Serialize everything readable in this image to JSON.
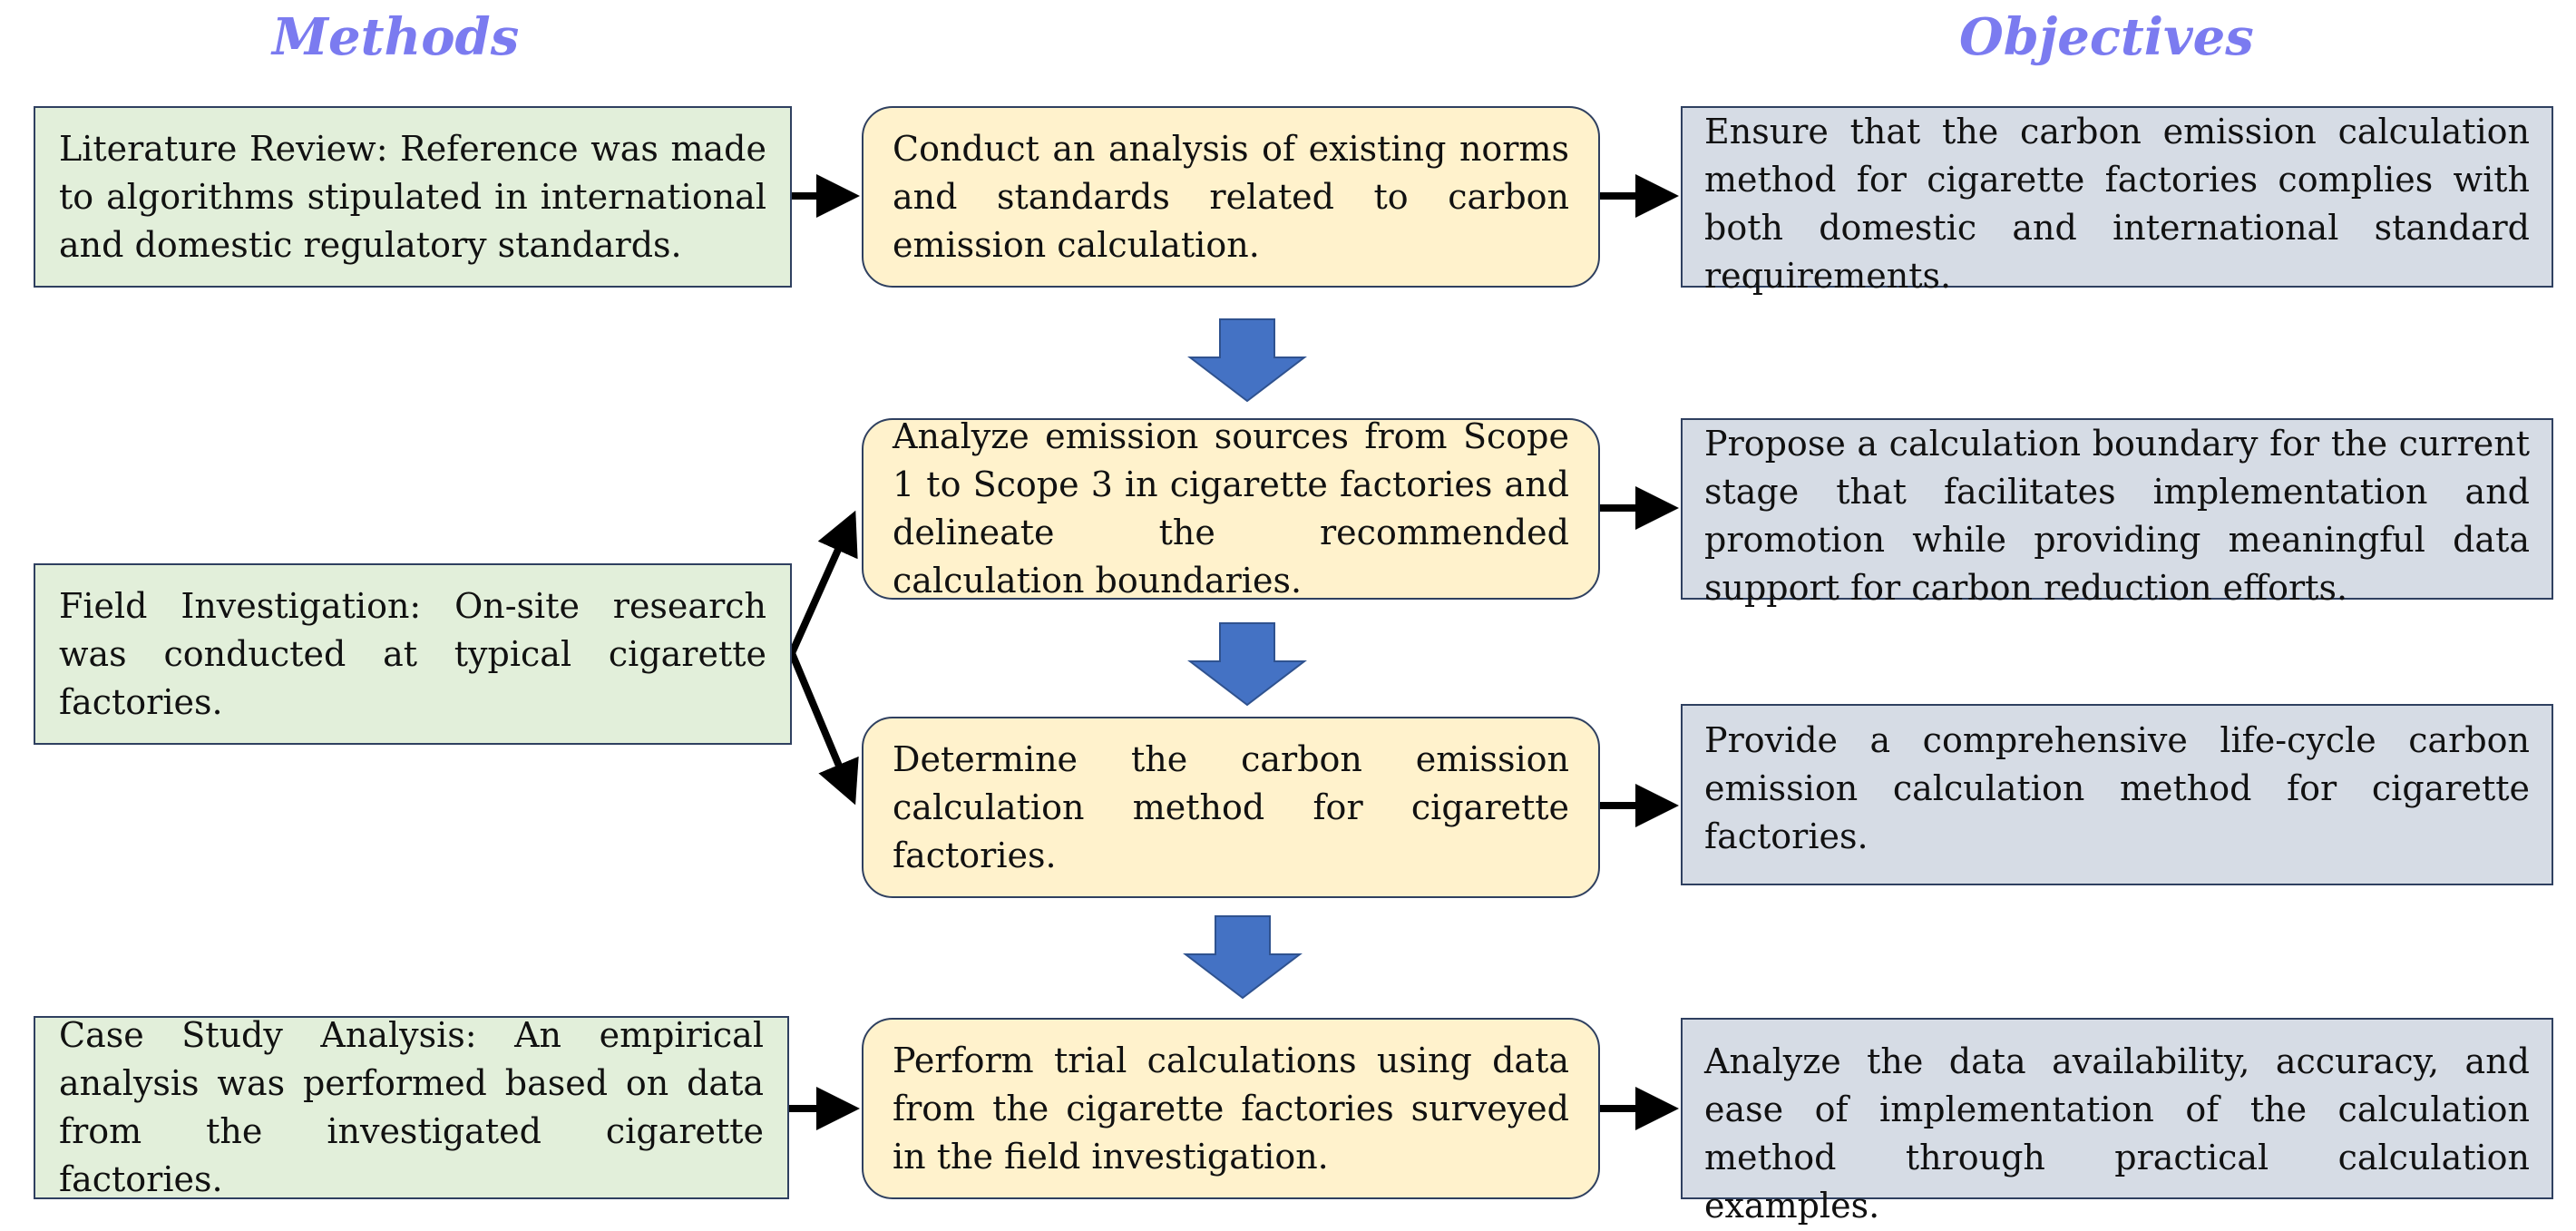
{
  "headers": {
    "methods": "Methods",
    "objectives": "Objectives"
  },
  "methods": [
    {
      "text": "Literature Review: Reference was made to algorithms stipulated in international and domestic regulatory standards."
    },
    {
      "text": "Field Investigation: On-site research was conducted at typical cigarette factories."
    },
    {
      "text": "Case Study Analysis: An empirical analysis was performed based on data from the investigated cigarette factories."
    }
  ],
  "steps": [
    {
      "text": "Conduct an analysis of existing norms and standards related to carbon emission calculation."
    },
    {
      "text": "Analyze emission sources from Scope 1 to Scope 3 in cigarette factories and delineate the recommended calculation boundaries."
    },
    {
      "text": "Determine the carbon emission calculation method for cigarette factories."
    },
    {
      "text": "Perform trial calculations using data from the cigarette factories surveyed in the field investigation."
    }
  ],
  "objectives": [
    {
      "text": "Ensure that the carbon emission calculation method for cigarette factories complies with both domestic and international standard requirements."
    },
    {
      "text": "Propose a calculation boundary for the current stage that facilitates implementation and promotion while providing meaningful data support for carbon reduction efforts."
    },
    {
      "text": "Provide a comprehensive life-cycle carbon emission calculation method for cigarette factories."
    },
    {
      "text": "Analyze the data availability, accuracy, and ease of implementation of the calculation method through practical calculation examples."
    }
  ],
  "colors": {
    "heading": "#7b7bf0",
    "method_fill": "#e2efda",
    "step_fill": "#fff2cc",
    "objective_fill": "#d6dce5",
    "border": "#2f4060",
    "down_arrow": "#4472c4",
    "connector": "#000000"
  }
}
